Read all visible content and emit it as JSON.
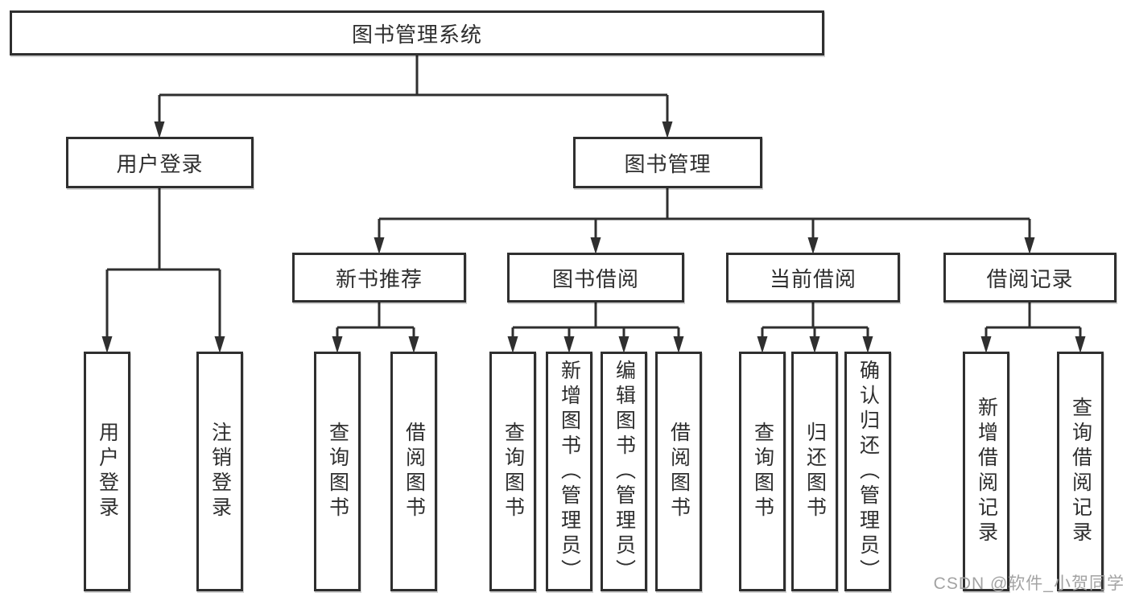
{
  "tree": {
    "root": {
      "label": "图书管理系统"
    },
    "branches": [
      {
        "label": "用户登录",
        "children": [
          {
            "label": "用户登录"
          },
          {
            "label": "注销登录"
          }
        ]
      },
      {
        "label": "图书管理",
        "children": [
          {
            "label": "新书推荐",
            "children": [
              {
                "label": "查询图书"
              },
              {
                "label": "借阅图书"
              }
            ]
          },
          {
            "label": "图书借阅",
            "children": [
              {
                "label": "查询图书"
              },
              {
                "label": "新增图书（管理员）"
              },
              {
                "label": "编辑图书（管理员）"
              },
              {
                "label": "借阅图书"
              }
            ]
          },
          {
            "label": "当前借阅",
            "children": [
              {
                "label": "查询图书"
              },
              {
                "label": "归还图书"
              },
              {
                "label": "确认归还（管理员）"
              }
            ]
          },
          {
            "label": "借阅记录",
            "children": [
              {
                "label": "新增借阅记录"
              },
              {
                "label": "查询借阅记录"
              }
            ]
          }
        ]
      }
    ]
  },
  "watermark": {
    "text": "CSDN @软件_小贺同学",
    "color": "#a3a3a3"
  },
  "colors": {
    "line": "#2f2f2f",
    "box_border": "#2f2f2f",
    "box_fill": "#ffffff",
    "text": "#2e2e2e",
    "background": "#ffffff"
  }
}
